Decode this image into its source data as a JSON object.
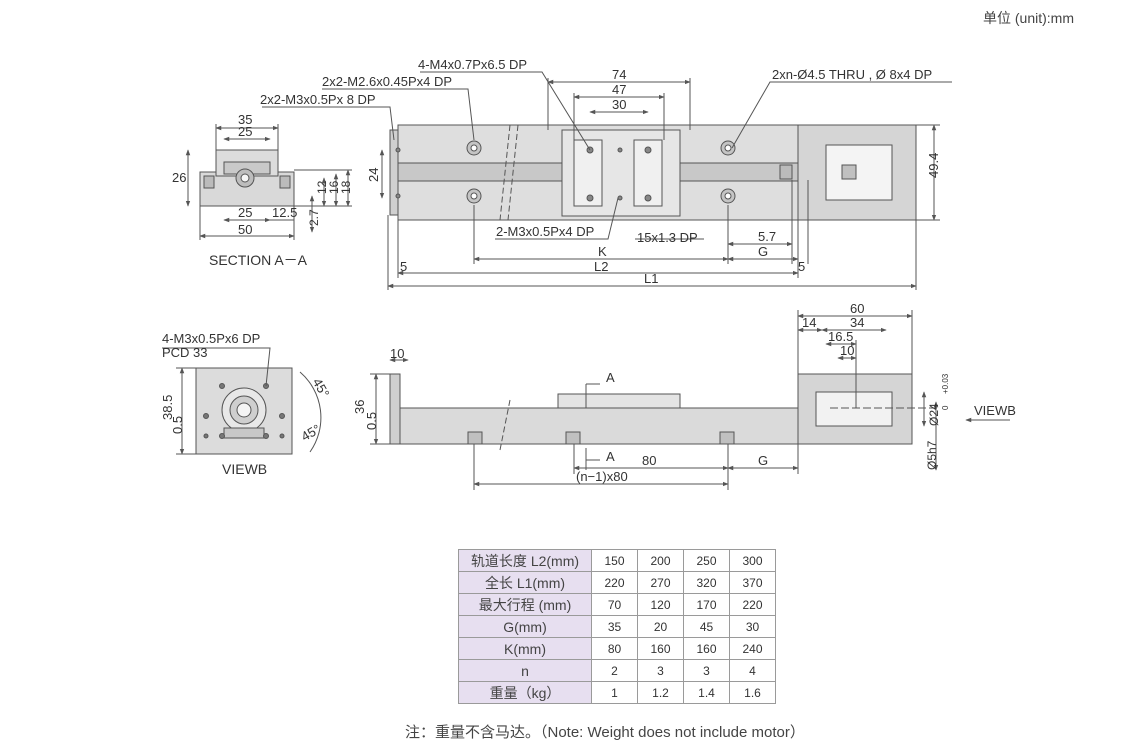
{
  "unit_label": "单位 (unit):mm",
  "section_view": {
    "caption": "SECTION A－A",
    "dims": {
      "top_outer": "35",
      "top_inner": "25",
      "height": "26",
      "bottom_inner": "25",
      "bottom_gap": "12.5",
      "width": "50",
      "r1": "12",
      "r2": "16",
      "r3": "18",
      "r4": "2.7"
    }
  },
  "top_view": {
    "callouts": {
      "m4": "4-M4x0.7Px6.5 DP",
      "m26": "2x2-M2.6x0.45Px4 DP",
      "m3": "2x2-M3x0.5Px 8 DP",
      "thru": "2xn-Ø4.5 THRU , Ø 8x4 DP",
      "m3b": "2-M3x0.5Px4 DP",
      "slot": "15x1.3 DP"
    },
    "dims": {
      "d74": "74",
      "d47": "47",
      "d30": "30",
      "d24": "24",
      "d49": "49.4",
      "d57": "5.7",
      "K": "K",
      "G": "G",
      "L2": "L2",
      "L1": "L1",
      "five_left": "5",
      "five_right": "5"
    }
  },
  "viewb": {
    "callout_line1": "4-M3x0.5Px6 DP",
    "callout_line2": "PCD 33",
    "caption": "VIEWB",
    "dims": {
      "d385": "38.5",
      "d05": "0.5",
      "a1": "45°",
      "a2": "45°"
    }
  },
  "side_view": {
    "dims": {
      "d10": "10",
      "d36": "36",
      "d05": "0.5",
      "d60": "60",
      "d14": "14",
      "d34": "34",
      "d165": "16.5",
      "d10b": "10",
      "d80": "80",
      "G": "G",
      "n80": "(n−1)x80",
      "A1": "A",
      "A2": "A",
      "shaft24": "Ø24",
      "tol_plus": "+0.03",
      "tol_zero": "0",
      "shaft5": "Ø5h7",
      "viewb_arrow": "VIEWB"
    }
  },
  "spec_table": {
    "rows": [
      {
        "label": "轨道长度 L2(mm)",
        "values": [
          "150",
          "200",
          "250",
          "300"
        ]
      },
      {
        "label": "全长 L1(mm)",
        "values": [
          "220",
          "270",
          "320",
          "370"
        ]
      },
      {
        "label": "最大行程 (mm)",
        "values": [
          "70",
          "120",
          "170",
          "220"
        ]
      },
      {
        "label": "G(mm)",
        "values": [
          "35",
          "20",
          "45",
          "30"
        ]
      },
      {
        "label": "K(mm)",
        "values": [
          "80",
          "160",
          "160",
          "240"
        ]
      },
      {
        "label": "n",
        "values": [
          "2",
          "3",
          "3",
          "4"
        ]
      },
      {
        "label": "重量（kg）",
        "values": [
          "1",
          "1.2",
          "1.4",
          "1.6"
        ]
      }
    ]
  },
  "note": "注：重量不含马达。（Note: Weight does not include motor）"
}
